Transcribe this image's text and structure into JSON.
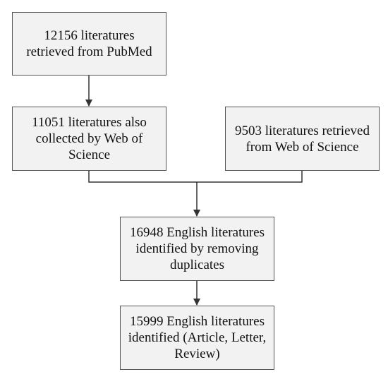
{
  "diagram": {
    "nodes": {
      "pubmed": "12156 literatures\nretrieved from PubMed",
      "wos_also": "11051 literatures also\ncollected by Web of\nScience",
      "wos": "9503 literatures  retrieved\nfrom Web of Science",
      "dedup": "16948 English literatures\nidentified by removing\nduplicates",
      "final": "15999 English literatures\nidentified (Article, Letter,\nReview)"
    },
    "colors": {
      "box_fill": "#f2f2f2",
      "box_border": "#555555",
      "connector": "#333333"
    }
  }
}
